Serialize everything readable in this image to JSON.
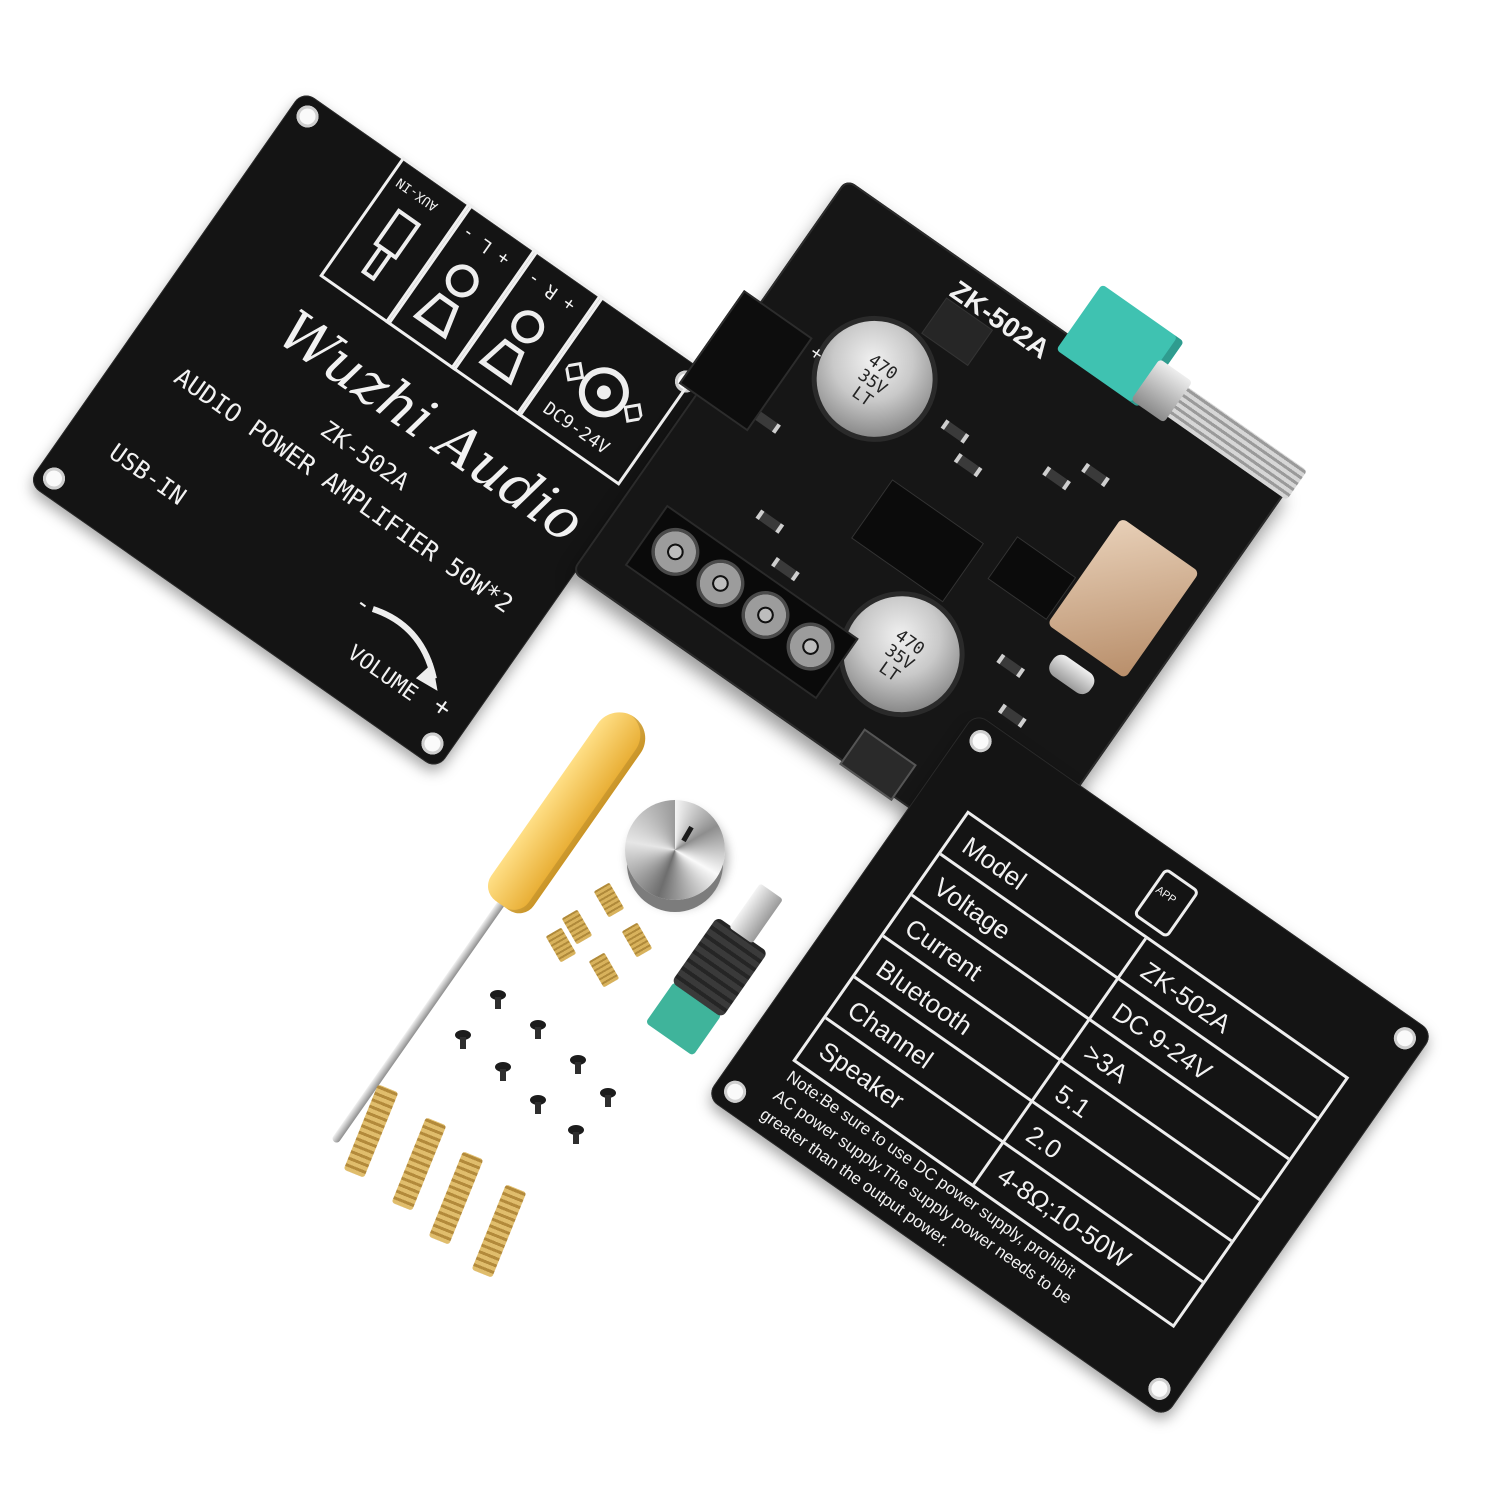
{
  "colors": {
    "background": "#ffffff",
    "board": "#141414",
    "silkscreen": "#f2f2f2",
    "handle": "#f3c34e",
    "brass": "#c99f4a",
    "potentiometer": "#3fc2b1"
  },
  "top_cover": {
    "brand": "Wuzhi Audio",
    "model": "ZK-502A",
    "description": "AUDIO POWER AMPLIFIER 50W*2",
    "aux_label": "AUX-IN",
    "left_label": "+ L -",
    "right_label": "+ R -",
    "power_label": "DC9-24V",
    "usb_label": "USB-IN",
    "volume_label": "VOLUME",
    "volume_minus": "-",
    "volume_plus": "+"
  },
  "pcb": {
    "model": "ZK-502A",
    "cap1": {
      "top": "470",
      "mid": "35V",
      "bottom": "LT"
    },
    "cap2": {
      "top": "470",
      "mid": "35V",
      "bottom": "LT"
    },
    "jack_plus": "+"
  },
  "bottom_cover": {
    "app_icon_text": "APP",
    "specs": [
      {
        "label": "Model",
        "value": "ZK-502A"
      },
      {
        "label": "Voltage",
        "value": "DC 9-24V"
      },
      {
        "label": "Current",
        "value": ">3A"
      },
      {
        "label": "Bluetooth",
        "value": "5.1"
      },
      {
        "label": "Channel",
        "value": "2.0"
      },
      {
        "label": "Speaker",
        "value": "4-8Ω;10-50W"
      }
    ],
    "note_line1": "Note:Be sure to use DC power supply, prohibit",
    "note_line2": "AC power supply.The supply power needs to be",
    "note_line3": "greater than the output power."
  },
  "accessories": {
    "items": [
      "screwdriver",
      "knob",
      "dc-jack-adapter",
      "screws",
      "standoffs"
    ]
  }
}
